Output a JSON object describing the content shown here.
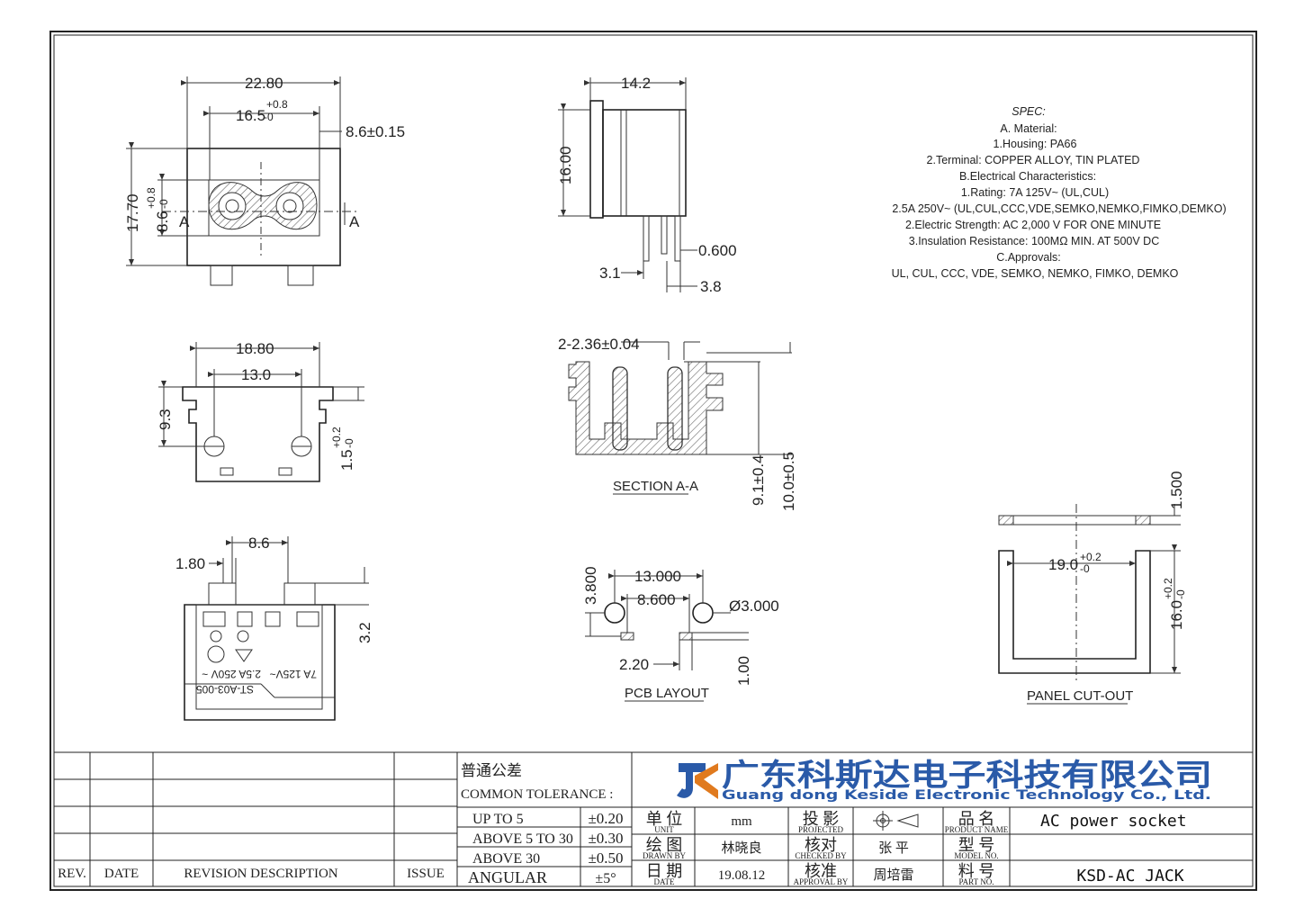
{
  "drawing": {
    "front_view": {
      "dims": {
        "width": "22.80",
        "pin_span_base": "16.5",
        "pin_span_tol_upper": "+0.8",
        "pin_span_tol_lower": "-0",
        "right_width": "8.6±0.15",
        "height": "17.70",
        "slot_height_base": "8.6",
        "slot_height_tol_upper": "+0.8",
        "slot_height_tol_lower": "-0",
        "section_mark": "A"
      }
    },
    "side_view": {
      "dims": {
        "depth": "14.2",
        "height": "16.00",
        "pin_thickness": "0.600",
        "pin_offset": "3.1",
        "pin_length": "3.8"
      }
    },
    "spec": {
      "title": "SPEC:",
      "lines": [
        "A. Material:",
        "1.Housing: PA66",
        "2.Terminal: COPPER ALLOY, TIN PLATED",
        "B.Electrical Characteristics:",
        "1.Rating: 7A 125V~ (UL,CUL)",
        "2.5A 250V~ (UL,CUL,CCC,VDE,SEMKO,NEMKO,FIMKO,DEMKO)",
        "2.Electric Strength: AC 2,000 V FOR ONE MINUTE",
        "3.Insulation Resistance: 100MΩ MIN. AT 500V DC",
        "C.Approvals:",
        "UL, CUL, CCC, VDE, SEMKO, NEMKO, FIMKO, DEMKO"
      ]
    },
    "top_view": {
      "dims": {
        "width": "18.80",
        "inner": "13.0",
        "height": "9.3",
        "tab_base": "1.5",
        "tab_tol_upper": "+0.2",
        "tab_tol_lower": "-0"
      }
    },
    "section": {
      "caption": "SECTION A-A",
      "dims": {
        "pins": "2-2.36±0.04",
        "h1": "9.1±0.4",
        "h2": "10.0±0.5"
      }
    },
    "bottom_view": {
      "dims": {
        "pitch": "8.6",
        "pin_width": "1.80",
        "pin_height": "3.2"
      },
      "marks": {
        "rating_high": "2.5A 250V ~",
        "rating_low": "7A 125V~",
        "model": "ST-A03-005"
      }
    },
    "pcb_layout": {
      "caption": "PCB LAYOUT",
      "dims": {
        "v": "3.800",
        "span": "13.000",
        "pitch": "8.600",
        "hole": "Ø3.000",
        "pad": "2.20",
        "pad_h": "1.00"
      }
    },
    "panel_cutout": {
      "caption": "PANEL CUT-OUT",
      "dims": {
        "thickness": "1.500",
        "width_base": "19.0",
        "width_tol_upper": "+0.2",
        "width_tol_lower": "-0",
        "height_base": "16.0",
        "height_tol_upper": "+0.2",
        "height_tol_lower": "-0"
      }
    }
  },
  "title_block": {
    "revision": {
      "rev": "REV.",
      "date": "DATE",
      "description": "REVISION  DESCRIPTION",
      "issue": "ISSUE"
    },
    "tolerance": {
      "title_cn": "普通公差",
      "title_en": "COMMON TOLERANCE :",
      "rows": [
        {
          "range": "UP TO 5",
          "value": "±0.20"
        },
        {
          "range": "ABOVE 5 TO 30",
          "value": "±0.30"
        },
        {
          "range": "ABOVE 30",
          "value": "±0.50"
        },
        {
          "range": "ANGULAR",
          "value": "±5°"
        }
      ]
    },
    "company": {
      "name_cn": "广东科斯达电子科技有限公司",
      "name_en": "Guang dong Keside  Electronic Technology Co., Ltd."
    },
    "fields": {
      "unit_cn": "单 位",
      "unit_en": "UNIT",
      "unit_value": "mm",
      "projected_cn": "投 影",
      "projected_en": "PROJECTED",
      "product_cn": "品 名",
      "product_en": "PRODUCT NAME",
      "product_value": "AC power socket",
      "drawn_cn": "绘 图",
      "drawn_en": "DRAWN BY",
      "drawn_value": "林晓良",
      "checked_cn": "核对",
      "checked_en": "CHECKED BY",
      "checked_value": "张 平",
      "model_cn": "型 号",
      "model_en": "MODEL NO.",
      "model_value": "",
      "date_cn": "日 期",
      "date_en": "DATE",
      "date_value": "19.08.12",
      "approval_cn": "核准",
      "approval_en": "APPROVAL BY",
      "approval_value": "周培雷",
      "part_cn": "料 号",
      "part_en": "PART NO.",
      "part_value": "KSD-AC JACK"
    },
    "colors": {
      "logo_blue": "#2a5aa8",
      "logo_orange": "#e07a1e"
    }
  }
}
